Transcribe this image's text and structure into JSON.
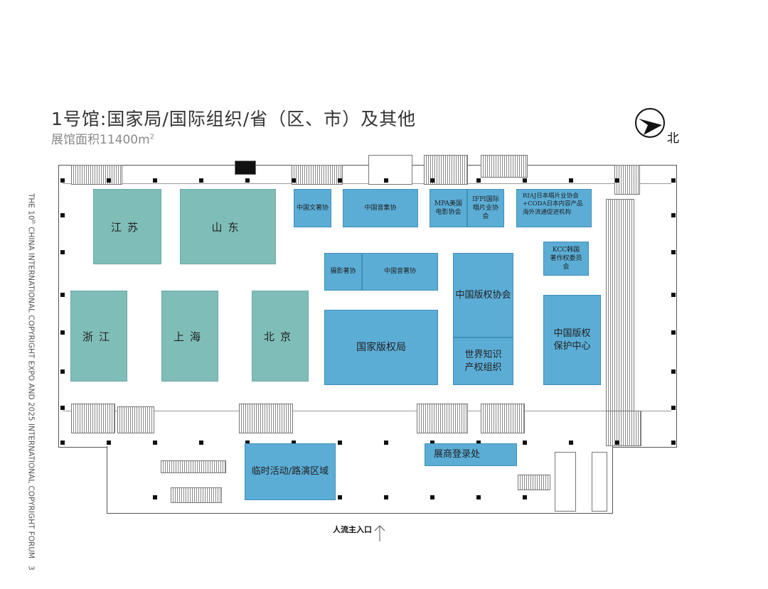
{
  "header": {
    "title": "1号馆:国家局/国际组织/省（区、市）及其他",
    "area_label": "展馆面积11400m",
    "area_sup": "2"
  },
  "side_text": {
    "pre": "THE 10",
    "sup": "th",
    "post": " CHINA INTERNATIONAL COPYRIGHT EXPO AND 2025 INTERNATIONAL COPYRIGHT FORUM",
    "page": "3"
  },
  "compass": {
    "label": "北"
  },
  "colors": {
    "province": "#7fbdb8",
    "booth": "#5badd6"
  },
  "provinces": [
    {
      "label": "江苏"
    },
    {
      "label": "山东"
    },
    {
      "label": "浙江"
    },
    {
      "label": "上海"
    },
    {
      "label": "北京"
    }
  ],
  "booths": [
    {
      "label": "中国文著协"
    },
    {
      "label": "中国音集协"
    },
    {
      "label": "MPA美国电影协会"
    },
    {
      "label": "IFPI国际唱片业协会"
    },
    {
      "label": "RIAJ日本唱片业协会+CODA日本内容产品海外流通促进机构"
    },
    {
      "label": "KCC韩国著作权委员会"
    },
    {
      "label": "摄影著协"
    },
    {
      "label": "中国音著协"
    },
    {
      "label": "中国版权协会"
    },
    {
      "label": "世界知识产权组织"
    },
    {
      "label": "国家版权局"
    },
    {
      "label": "中国版权保护中心"
    },
    {
      "label": "临时活动/路演区域"
    },
    {
      "label": "展商登录处"
    }
  ],
  "entrance": {
    "label": "人流主入口"
  }
}
